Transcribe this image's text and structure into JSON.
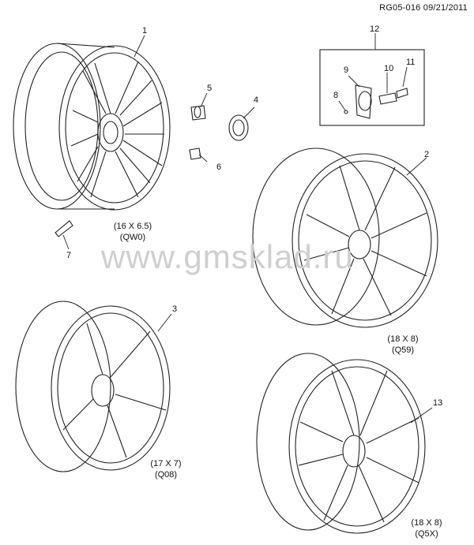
{
  "header": {
    "code": "RG05-016 09/21/2011"
  },
  "watermark": "www.gmsklad.ru",
  "callouts": [
    "1",
    "2",
    "3",
    "4",
    "5",
    "6",
    "7",
    "8",
    "9",
    "10",
    "11",
    "12",
    "13"
  ],
  "wheels": [
    {
      "size": "(16 X 6.5)",
      "code": "(QW0)"
    },
    {
      "size": "(18 X 8)",
      "code": "(Q59)"
    },
    {
      "size": "(17 X 7)",
      "code": "(Q08)"
    },
    {
      "size": "(18 X 8)",
      "code": "(Q5X)"
    }
  ],
  "colors": {
    "line": "#222222",
    "watermark": "#cfcfcf"
  }
}
